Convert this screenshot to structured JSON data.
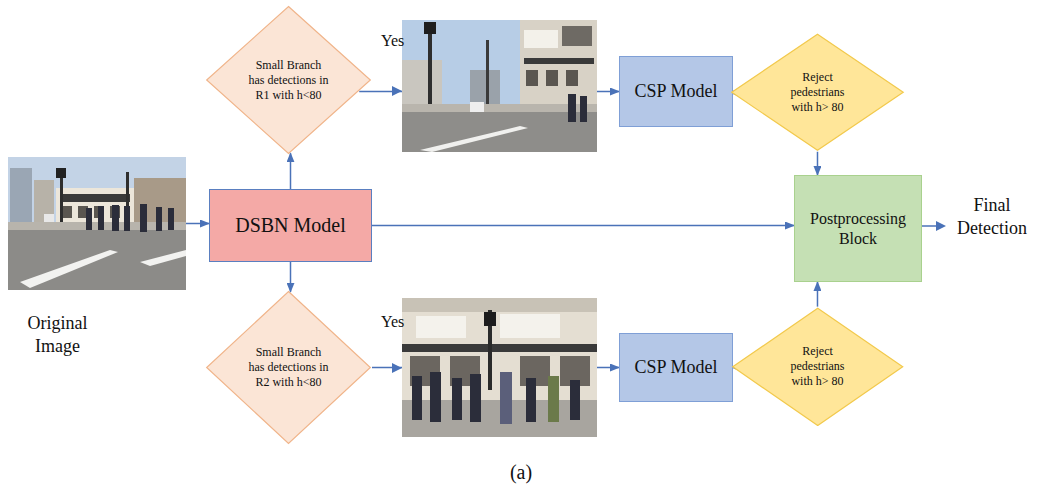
{
  "diagram": {
    "nodes": [
      {
        "text": [
          "Original Image"
        ]
      },
      {
        "text": [
          "DSBN Model"
        ]
      },
      {
        "text": [
          "Small Branch has detections in R1 with h<80"
        ]
      },
      {
        "text": [
          "CSP Model"
        ]
      },
      {
        "text": [
          "Reject pedestrians with h> 80"
        ]
      },
      {
        "text": [
          "Postprocessing Block"
        ]
      },
      {
        "text": [
          "Small Branch has detections in R2 with h<80"
        ]
      },
      {
        "text": [
          "CSP Model"
        ]
      },
      {
        "text": [
          "Reject pedestrians with h> 80"
        ]
      }
    ],
    "edges": [
      {
        "from": 0,
        "to": 1,
        "arrow": "to"
      },
      {
        "from": 1,
        "to": 2,
        "arrow": "to"
      },
      {
        "from": 1,
        "to": 6,
        "arrow": "to"
      },
      {
        "from": 2,
        "to": 3,
        "label": "Yes",
        "arrow": "to"
      },
      {
        "from": 3,
        "to": 4,
        "arrow": "to"
      },
      {
        "from": 4,
        "to": 5,
        "arrow": "to"
      },
      {
        "from": 1,
        "to": 5,
        "arrow": "to"
      },
      {
        "from": 6,
        "to": 7,
        "label": "Yes",
        "arrow": "to"
      },
      {
        "from": 7,
        "to": 8,
        "arrow": "to"
      },
      {
        "from": 8,
        "to": 5,
        "arrow": "to"
      }
    ],
    "labels": [
      "Final Detection",
      "(a)"
    ]
  }
}
